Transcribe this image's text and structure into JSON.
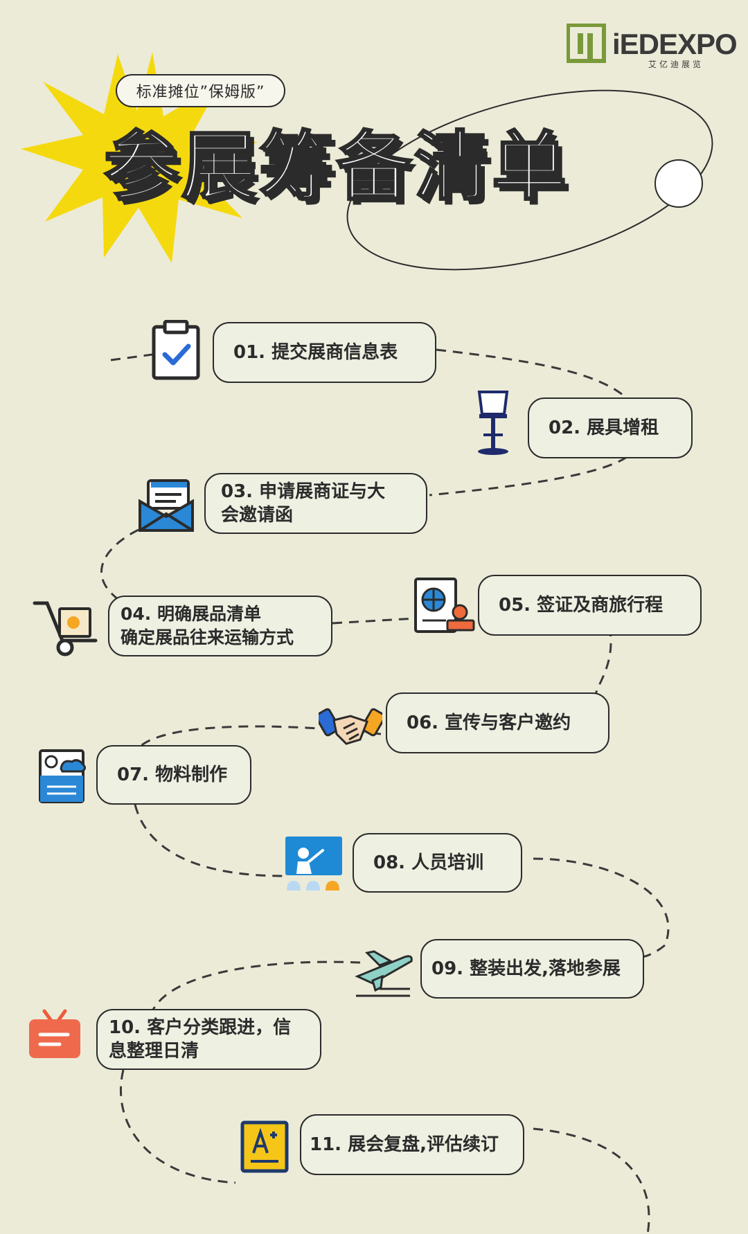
{
  "logo": {
    "name": "iEDEXPO",
    "subtitle": "艾亿迪展览",
    "brand_color": "#7a9a3a"
  },
  "header": {
    "subtitle": "标准摊位”保姆版”",
    "title": "参展筹备清单",
    "sun_color": "#f5d90f"
  },
  "steps": [
    {
      "label": "01. 提交展商信息表",
      "icon": "clipboard-check-icon"
    },
    {
      "label": "02. 展具增租",
      "icon": "bar-stool-icon"
    },
    {
      "label": "03. 申请展商证与大\n会邀请函",
      "icon": "envelope-letter-icon"
    },
    {
      "label": "04. 明确展品清单\n确定展品往来运输方式",
      "icon": "hand-truck-icon"
    },
    {
      "label": "05. 签证及商旅行程",
      "icon": "passport-stamp-icon"
    },
    {
      "label": "06. 宣传与客户邀约",
      "icon": "handshake-icon"
    },
    {
      "label": "07. 物料制作",
      "icon": "image-card-icon"
    },
    {
      "label": "08. 人员培训",
      "icon": "training-board-icon"
    },
    {
      "label": "09. 整装出发,落地参展",
      "icon": "airplane-takeoff-icon"
    },
    {
      "label": "10. 客户分类跟进，信\n息整理日清",
      "icon": "tv-screen-icon"
    },
    {
      "label": "11. 展会复盘,评估续订",
      "icon": "text-document-icon"
    }
  ]
}
